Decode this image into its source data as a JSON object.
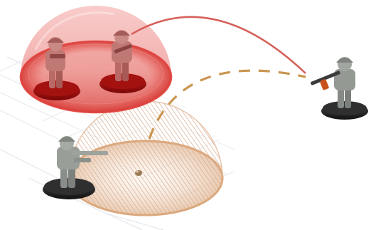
{
  "scene": {
    "description_label": "",
    "colors": {
      "background": "#ffffff",
      "grid_line": "#d9dde3",
      "red_dome": "#e65a55",
      "red_base": "#b01010",
      "blast_zone": "#d6a27a",
      "thrown_arc": "#c9954f",
      "aim_arc": "#d6605a",
      "miniature_grey": "#8d918c",
      "base_black": "#2a2a2a"
    },
    "units": [
      {
        "id": "enemy-left",
        "team": "red"
      },
      {
        "id": "enemy-right",
        "team": "red"
      },
      {
        "id": "rifleman-far",
        "team": "grey"
      },
      {
        "id": "thrower",
        "team": "grey"
      }
    ],
    "effects": {
      "grenade": "grenade-icon",
      "dome": "protective-dome",
      "blast": "blast-radius"
    }
  }
}
